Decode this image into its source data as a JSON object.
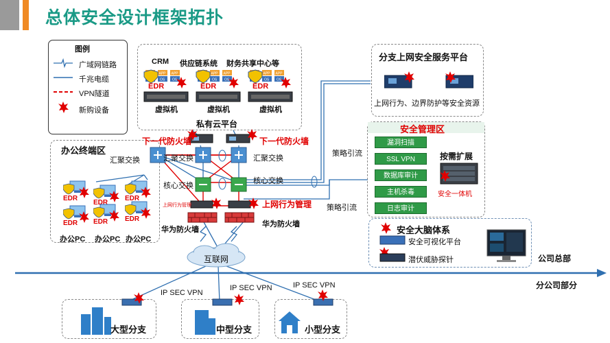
{
  "title": "总体安全设计框架拓扑",
  "legend": {
    "title": "图例",
    "items": [
      "广域网链路",
      "千兆电缆",
      "VPN隧道",
      "新购设备"
    ]
  },
  "private_cloud": {
    "apps": [
      "CRM",
      "供应链系统",
      "财务共享中心等"
    ],
    "edr": "EDR",
    "vm": "虚拟机",
    "title": "私有云平台",
    "mini": [
      "APP",
      "OS"
    ]
  },
  "office": {
    "title": "办公终端区",
    "edr": "EDR",
    "pc": "办公PC"
  },
  "network": {
    "ngfw": "下一代防火墙",
    "agg": "汇聚交换",
    "core": "核心交换",
    "behavior": "上网行为管理",
    "behavior_small": "上网行为管理",
    "huawei": "华为防火墙",
    "internet": "互联网",
    "policy": "策略引流"
  },
  "branch_platform": {
    "title": "分支上网安全服务平台",
    "desc": "上网行为、边界防护等安全资源"
  },
  "security_mgmt": {
    "title": "安全管理区",
    "buttons": [
      "漏洞扫描",
      "SSL VPN",
      "数据库审计",
      "主机杀毒",
      "日志审计"
    ],
    "expand": "按需扩展",
    "all_in_one": "安全一体机"
  },
  "brain": {
    "title": "安全大脑体系",
    "items": [
      "安全可视化平台",
      "潜伏威胁探针"
    ]
  },
  "divider": {
    "hq": "公司总部",
    "branch": "分公司部分"
  },
  "branches": {
    "vpn": "IP SEC VPN",
    "names": [
      "大型分支",
      "中型分支",
      "小型分支"
    ]
  },
  "colors": {
    "title": "#1a9a86",
    "accent_orange": "#f08a24",
    "wan_line": "#2f6fb0",
    "vpn_red": "#e00000",
    "security_green": "#2f9a47"
  }
}
